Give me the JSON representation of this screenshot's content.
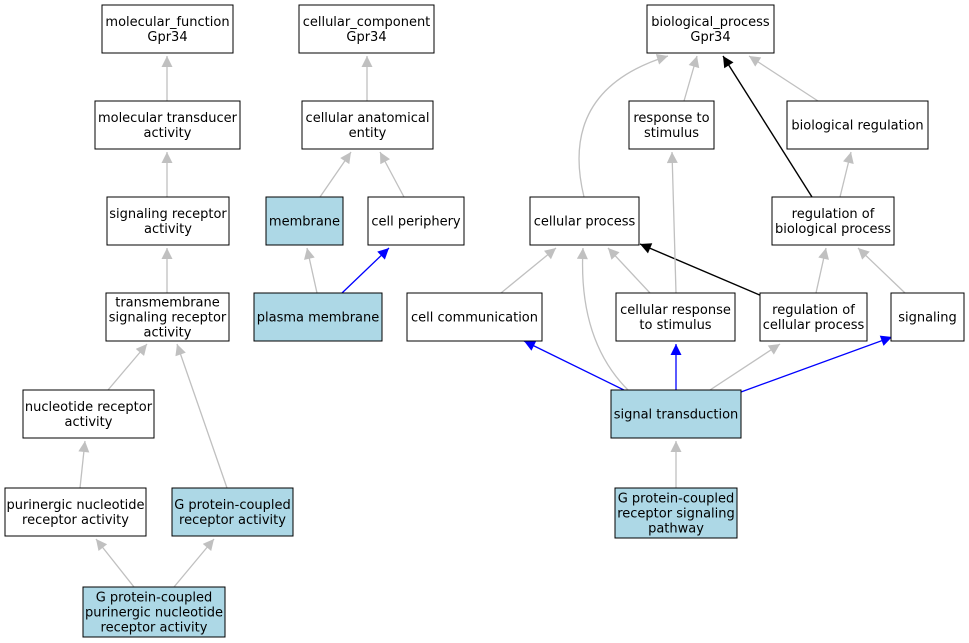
{
  "colors": {
    "plain_node_fill": "#ffffff",
    "highlight_node_fill": "#add8e6",
    "node_stroke": "#000000",
    "grey_edge": "#c0c0c0",
    "blue_edge": "#0000ff",
    "black_edge": "#000000"
  },
  "nodes": [
    {
      "id": "mf",
      "lines": [
        "molecular_function",
        "Gpr34"
      ],
      "highlight": false
    },
    {
      "id": "mta",
      "lines": [
        "molecular transducer",
        "activity"
      ],
      "highlight": false
    },
    {
      "id": "sra",
      "lines": [
        "signaling receptor",
        "activity"
      ],
      "highlight": false
    },
    {
      "id": "tsra",
      "lines": [
        "transmembrane",
        "signaling receptor",
        "activity"
      ],
      "highlight": false
    },
    {
      "id": "nra",
      "lines": [
        "nucleotide receptor",
        "activity"
      ],
      "highlight": false
    },
    {
      "id": "pnra",
      "lines": [
        "purinergic nucleotide",
        "receptor activity"
      ],
      "highlight": false
    },
    {
      "id": "gpcra",
      "lines": [
        "G protein-coupled",
        "receptor activity"
      ],
      "highlight": true
    },
    {
      "id": "gppnra",
      "lines": [
        "G protein-coupled",
        "purinergic nucleotide",
        "receptor activity"
      ],
      "highlight": true
    },
    {
      "id": "cc",
      "lines": [
        "cellular_component",
        "Gpr34"
      ],
      "highlight": false
    },
    {
      "id": "cae",
      "lines": [
        "cellular anatomical",
        "entity"
      ],
      "highlight": false
    },
    {
      "id": "mem",
      "lines": [
        "membrane"
      ],
      "highlight": true
    },
    {
      "id": "cp",
      "lines": [
        "cell periphery"
      ],
      "highlight": false
    },
    {
      "id": "pm",
      "lines": [
        "plasma membrane"
      ],
      "highlight": true
    },
    {
      "id": "bp",
      "lines": [
        "biological_process",
        "Gpr34"
      ],
      "highlight": false
    },
    {
      "id": "rts",
      "lines": [
        "response to",
        "stimulus"
      ],
      "highlight": false
    },
    {
      "id": "breg",
      "lines": [
        "biological regulation"
      ],
      "highlight": false
    },
    {
      "id": "cellp",
      "lines": [
        "cellular process"
      ],
      "highlight": false
    },
    {
      "id": "rbp",
      "lines": [
        "regulation of",
        "biological process"
      ],
      "highlight": false
    },
    {
      "id": "ccomm",
      "lines": [
        "cell communication"
      ],
      "highlight": false
    },
    {
      "id": "crs",
      "lines": [
        "cellular response",
        "to stimulus"
      ],
      "highlight": false
    },
    {
      "id": "rcp",
      "lines": [
        "regulation of",
        "cellular process"
      ],
      "highlight": false
    },
    {
      "id": "sig",
      "lines": [
        "signaling"
      ],
      "highlight": false
    },
    {
      "id": "st",
      "lines": [
        "signal transduction"
      ],
      "highlight": true
    },
    {
      "id": "gpcrsp",
      "lines": [
        "G protein-coupled",
        "receptor signaling",
        "pathway"
      ],
      "highlight": true
    }
  ],
  "edges": [
    {
      "from": "mta",
      "to": "mf",
      "kind": "is_a"
    },
    {
      "from": "sra",
      "to": "mta",
      "kind": "is_a"
    },
    {
      "from": "tsra",
      "to": "sra",
      "kind": "is_a"
    },
    {
      "from": "nra",
      "to": "tsra",
      "kind": "is_a"
    },
    {
      "from": "gpcra",
      "to": "tsra",
      "kind": "is_a"
    },
    {
      "from": "pnra",
      "to": "nra",
      "kind": "is_a"
    },
    {
      "from": "gppnra",
      "to": "pnra",
      "kind": "is_a"
    },
    {
      "from": "gppnra",
      "to": "gpcra",
      "kind": "is_a"
    },
    {
      "from": "cae",
      "to": "cc",
      "kind": "is_a"
    },
    {
      "from": "mem",
      "to": "cae",
      "kind": "is_a"
    },
    {
      "from": "cp",
      "to": "cae",
      "kind": "is_a"
    },
    {
      "from": "pm",
      "to": "mem",
      "kind": "is_a"
    },
    {
      "from": "pm",
      "to": "cp",
      "kind": "part_of"
    },
    {
      "from": "cellp",
      "to": "bp",
      "kind": "is_a"
    },
    {
      "from": "rts",
      "to": "bp",
      "kind": "is_a"
    },
    {
      "from": "rbp",
      "to": "bp",
      "kind": "regulates"
    },
    {
      "from": "breg",
      "to": "bp",
      "kind": "is_a"
    },
    {
      "from": "rbp",
      "to": "breg",
      "kind": "is_a"
    },
    {
      "from": "ccomm",
      "to": "cellp",
      "kind": "is_a"
    },
    {
      "from": "st",
      "to": "cellp",
      "kind": "is_a"
    },
    {
      "from": "crs",
      "to": "cellp",
      "kind": "is_a"
    },
    {
      "from": "rcp",
      "to": "cellp",
      "kind": "regulates"
    },
    {
      "from": "crs",
      "to": "rts",
      "kind": "is_a"
    },
    {
      "from": "rcp",
      "to": "rbp",
      "kind": "is_a"
    },
    {
      "from": "sig",
      "to": "rbp",
      "kind": "is_a"
    },
    {
      "from": "st",
      "to": "ccomm",
      "kind": "part_of"
    },
    {
      "from": "st",
      "to": "crs",
      "kind": "part_of"
    },
    {
      "from": "st",
      "to": "rcp",
      "kind": "is_a"
    },
    {
      "from": "st",
      "to": "sig",
      "kind": "part_of"
    },
    {
      "from": "gpcrsp",
      "to": "st",
      "kind": "is_a"
    }
  ]
}
